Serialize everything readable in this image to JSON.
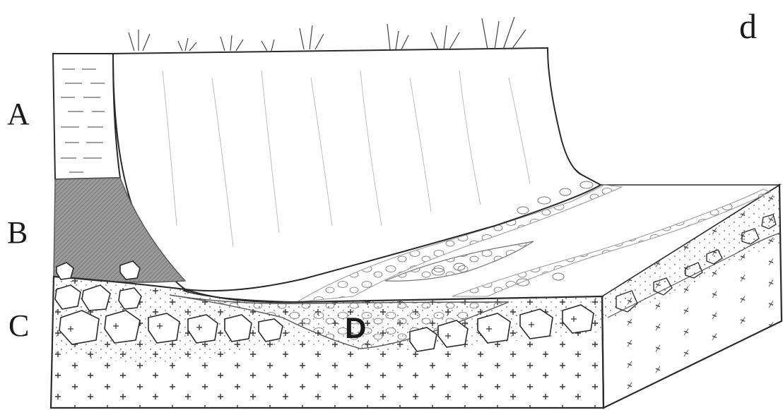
{
  "labels": {
    "horizon_a": "A",
    "horizon_b": "B",
    "horizon_c": "C",
    "feature_d": "D",
    "panel": "d"
  },
  "colors": {
    "ink": "#2a2a2a",
    "horizon_b_shading": "#8a8a8a",
    "paper": "#ffffff"
  }
}
